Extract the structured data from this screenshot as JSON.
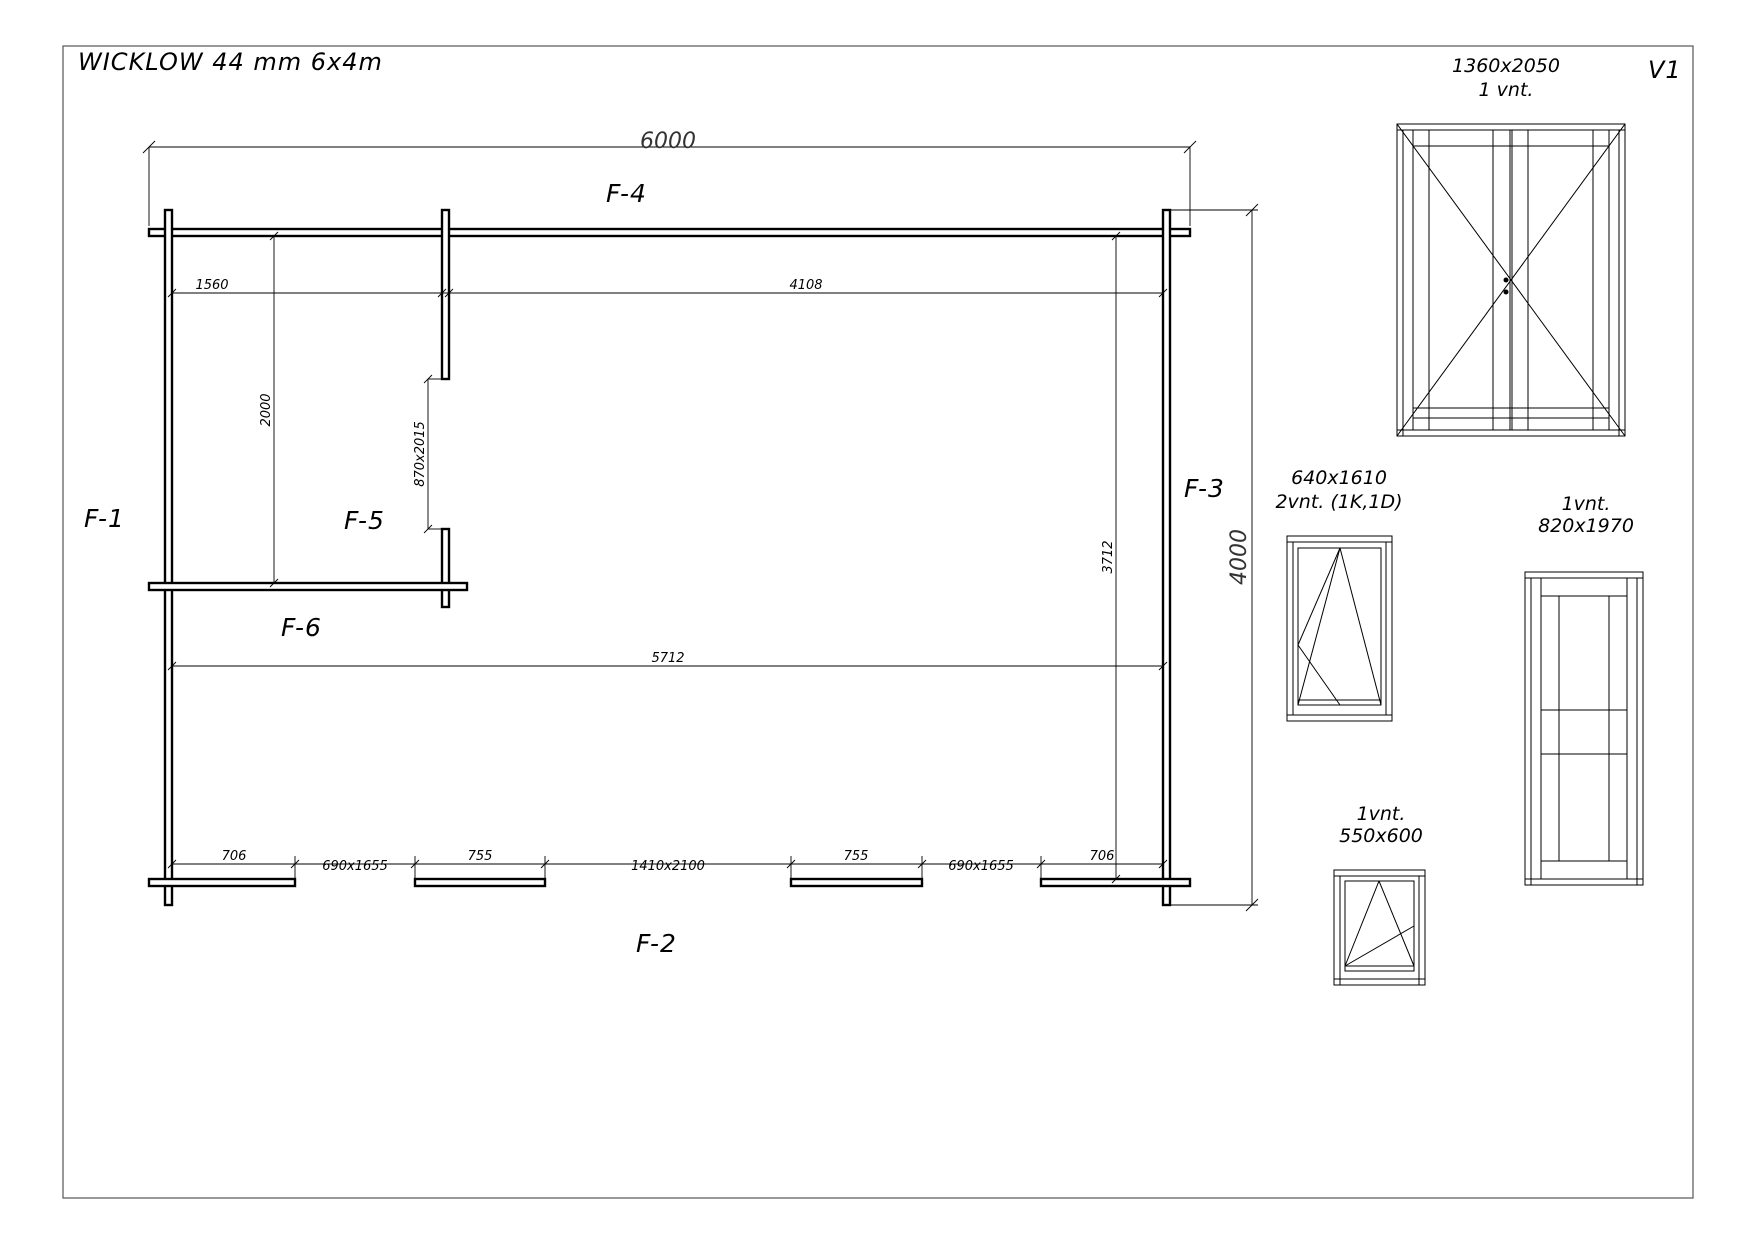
{
  "sheet": {
    "title": "WICKLOW 44 mm 6x4m",
    "version": "V1"
  },
  "plan": {
    "walls": {
      "f1": "F-1",
      "f2": "F-2",
      "f3": "F-3",
      "f4": "F-4",
      "f5": "F-5",
      "f6": "F-6"
    },
    "dimensions": {
      "overall_width": "6000",
      "overall_depth": "4000",
      "room_width": "1560",
      "hall_width": "4108",
      "room_depth": "2000",
      "interior_door": "870x2015",
      "interior_depth": "3712",
      "interior_width": "5712",
      "front_seg_1": "706",
      "front_window_1": "690x1655",
      "front_seg_2": "755",
      "front_door": "1410x2100",
      "front_seg_3": "755",
      "front_window_2": "690x1655",
      "front_seg_4": "706"
    }
  },
  "elements": {
    "double_door": {
      "size": "1360x2050",
      "count": "1 vnt."
    },
    "tilt_window": {
      "size": "640x1610",
      "count": "2vnt. (1K,1D)"
    },
    "single_door": {
      "count": "1vnt.",
      "size": "820x1970"
    },
    "small_window": {
      "count": "1vnt.",
      "size": "550x600"
    }
  }
}
